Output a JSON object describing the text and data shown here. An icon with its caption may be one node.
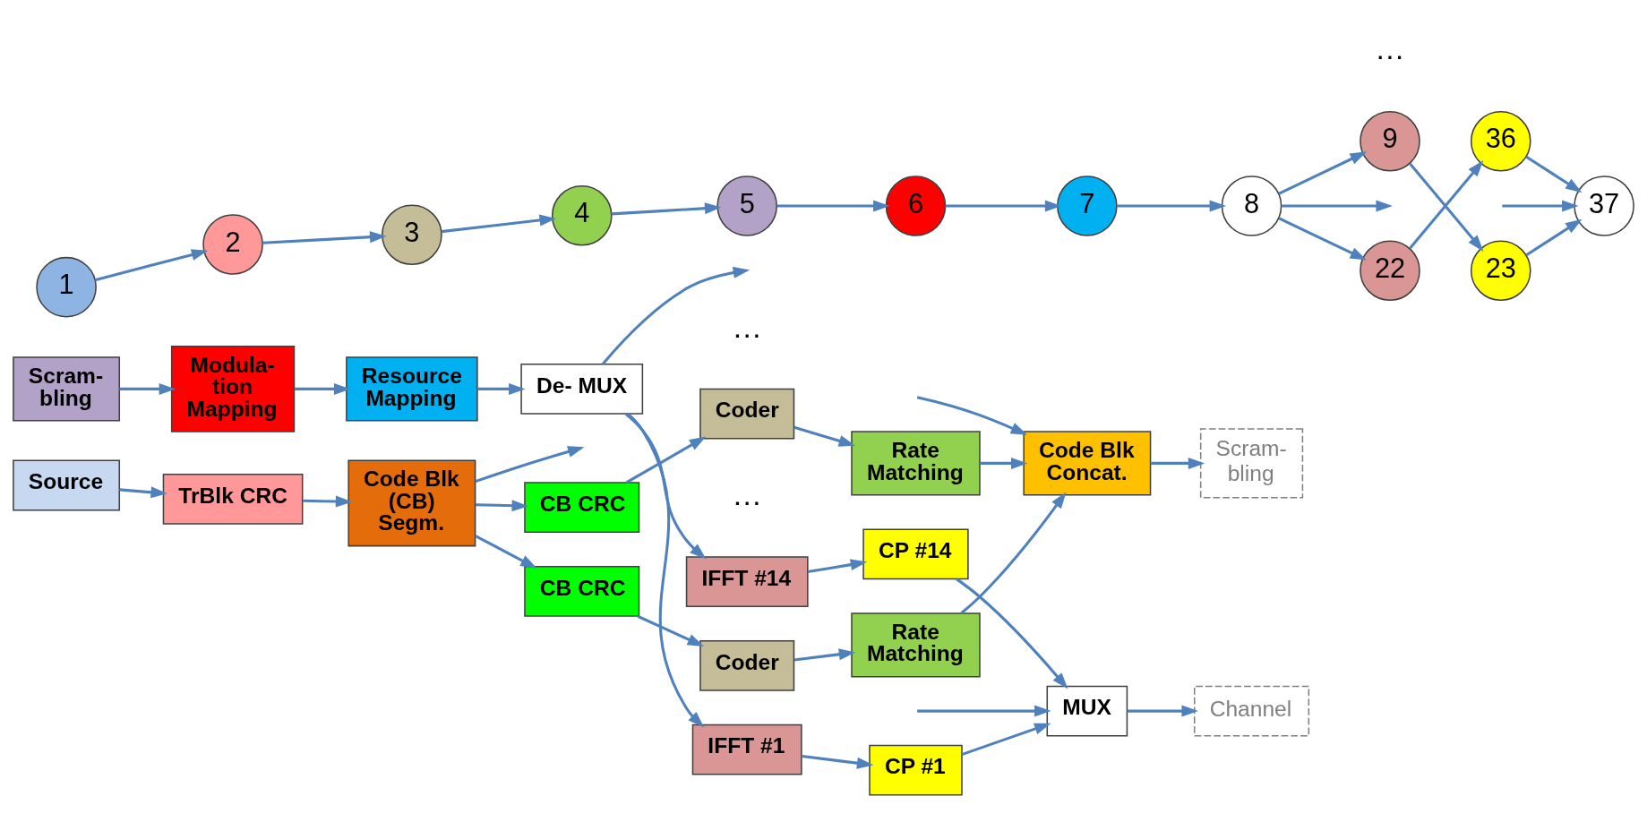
{
  "diagram": {
    "nodes": [
      {
        "text": [
          "Source"
        ]
      },
      {
        "text": [
          "TrBlk CRC"
        ]
      },
      {
        "text": [
          "Code Blk (CB) Segm."
        ]
      },
      {
        "text": [
          "CB CRC"
        ]
      },
      {
        "text": [
          "CB CRC"
        ]
      },
      {
        "text": [
          "Coder"
        ]
      },
      {
        "text": [
          "Coder"
        ]
      },
      {
        "text": [
          "Rate Matching"
        ]
      },
      {
        "text": [
          "Rate Matching"
        ]
      },
      {
        "text": [
          "Code Blk Concat."
        ]
      },
      {
        "text": [
          "Scram- bling"
        ]
      },
      {
        "text": [
          "Scram- bling"
        ]
      },
      {
        "text": [
          "Modula- tion Mapping"
        ]
      },
      {
        "text": [
          "Resource Mapping"
        ]
      },
      {
        "text": [
          "De- MUX"
        ]
      },
      {
        "text": [
          "IFFT #1"
        ]
      },
      {
        "text": [
          "IFFT #14"
        ]
      },
      {
        "text": [
          "CP #1"
        ]
      },
      {
        "text": [
          "CP #14"
        ]
      },
      {
        "text": [
          "MUX"
        ]
      },
      {
        "text": [
          "Channel"
        ]
      },
      {
        "text": [
          "1"
        ]
      },
      {
        "text": [
          "2"
        ]
      },
      {
        "text": [
          "3"
        ]
      },
      {
        "text": [
          "4"
        ]
      },
      {
        "text": [
          "5"
        ]
      },
      {
        "text": [
          "6"
        ]
      },
      {
        "text": [
          "7"
        ]
      },
      {
        "text": [
          "8"
        ]
      },
      {
        "text": [
          "9"
        ]
      },
      {
        "text": [
          "22"
        ]
      },
      {
        "text": [
          "23"
        ]
      },
      {
        "text": [
          "36"
        ]
      },
      {
        "text": [
          "37"
        ]
      }
    ],
    "edges": [
      {
        "from": 0,
        "to": 1,
        "arrow": "to"
      },
      {
        "from": 1,
        "to": 2,
        "arrow": "to"
      },
      {
        "from": 2,
        "to": 3,
        "arrow": "to"
      },
      {
        "from": 2,
        "to": null,
        "arrow": "to"
      },
      {
        "from": 2,
        "to": 4,
        "arrow": "to"
      },
      {
        "from": 3,
        "to": 5,
        "arrow": "to"
      },
      {
        "from": 4,
        "to": 6,
        "arrow": "to"
      },
      {
        "from": 5,
        "to": 7,
        "arrow": "to"
      },
      {
        "from": 6,
        "to": 8,
        "arrow": "to"
      },
      {
        "from": 7,
        "to": 9,
        "arrow": "to"
      },
      {
        "from": null,
        "to": 9,
        "arrow": "to"
      },
      {
        "from": 8,
        "to": 9,
        "arrow": "to"
      },
      {
        "from": 9,
        "to": 10,
        "arrow": "to"
      },
      {
        "from": 11,
        "to": 12,
        "arrow": "to"
      },
      {
        "from": 12,
        "to": 13,
        "arrow": "to"
      },
      {
        "from": 13,
        "to": 14,
        "arrow": "to"
      },
      {
        "from": 14,
        "to": 15,
        "arrow": "to"
      },
      {
        "from": 14,
        "to": null,
        "arrow": "to"
      },
      {
        "from": 14,
        "to": 16,
        "arrow": "to"
      },
      {
        "from": 15,
        "to": 17,
        "arrow": "to"
      },
      {
        "from": 16,
        "to": 18,
        "arrow": "to"
      },
      {
        "from": 17,
        "to": 19,
        "arrow": "to"
      },
      {
        "from": null,
        "to": 19,
        "arrow": "to"
      },
      {
        "from": 18,
        "to": 19,
        "arrow": "to"
      },
      {
        "from": 19,
        "to": 20,
        "arrow": "to"
      },
      {
        "from": 21,
        "to": 22,
        "arrow": "to"
      },
      {
        "from": 22,
        "to": 23,
        "arrow": "to"
      },
      {
        "from": 23,
        "to": 24,
        "arrow": "to"
      },
      {
        "from": 24,
        "to": 25,
        "arrow": "to"
      },
      {
        "from": 25,
        "to": 26,
        "arrow": "to"
      },
      {
        "from": 26,
        "to": 27,
        "arrow": "to"
      },
      {
        "from": 27,
        "to": 28,
        "arrow": "to"
      },
      {
        "from": 28,
        "to": 29,
        "arrow": "to"
      },
      {
        "from": 28,
        "to": null,
        "arrow": "to"
      },
      {
        "from": 28,
        "to": 30,
        "arrow": "to"
      },
      {
        "from": 29,
        "to": 31,
        "arrow": "to"
      },
      {
        "from": 30,
        "to": 32,
        "arrow": "to"
      },
      {
        "from": 31,
        "to": 33,
        "arrow": "to"
      },
      {
        "from": null,
        "to": 33,
        "arrow": "to"
      },
      {
        "from": 32,
        "to": 33,
        "arrow": "to"
      }
    ],
    "labels": [
      "…",
      "…",
      "…"
    ]
  }
}
